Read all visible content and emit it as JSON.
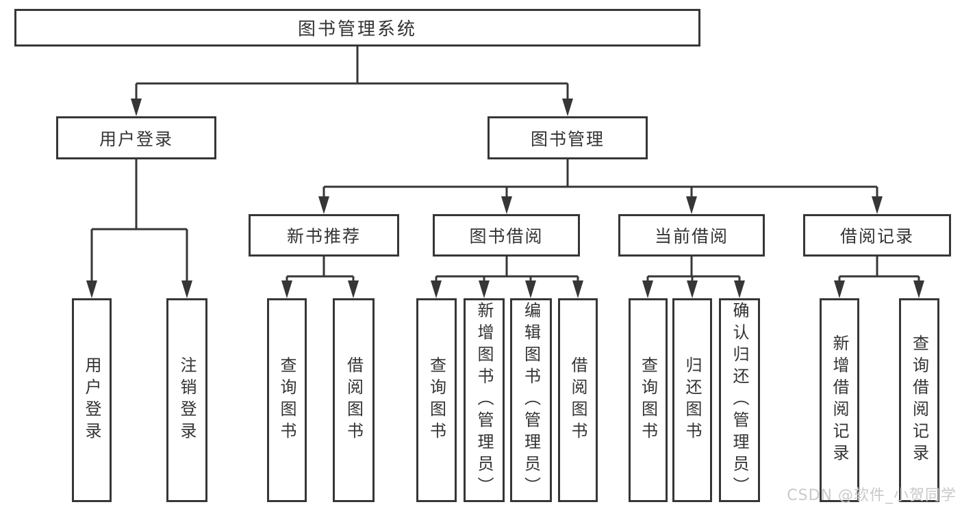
{
  "diagram_type": "hierarchy-tree",
  "tree": {
    "label": "图书管理系统",
    "children": [
      {
        "label": "用户登录",
        "children": [
          {
            "label": "用户登录"
          },
          {
            "label": "注销登录"
          }
        ]
      },
      {
        "label": "图书管理",
        "children": [
          {
            "label": "新书推荐",
            "children": [
              {
                "label": "查询图书"
              },
              {
                "label": "借阅图书"
              }
            ]
          },
          {
            "label": "图书借阅",
            "children": [
              {
                "label": "查询图书"
              },
              {
                "label": "新增图书（管理员）"
              },
              {
                "label": "编辑图书（管理员）"
              },
              {
                "label": "借阅图书"
              }
            ]
          },
          {
            "label": "当前借阅",
            "children": [
              {
                "label": "查询图书"
              },
              {
                "label": "归还图书"
              },
              {
                "label": "确认归还（管理员）"
              }
            ]
          },
          {
            "label": "借阅记录",
            "children": [
              {
                "label": "新增借阅记录"
              },
              {
                "label": "查询借阅记录"
              }
            ]
          }
        ]
      }
    ]
  },
  "watermark": {
    "text": "CSDN @软件_小贺同学"
  },
  "colors": {
    "line": "#363636",
    "text": "#333333",
    "background": "#ffffff",
    "watermark": "#c9c9c9"
  }
}
